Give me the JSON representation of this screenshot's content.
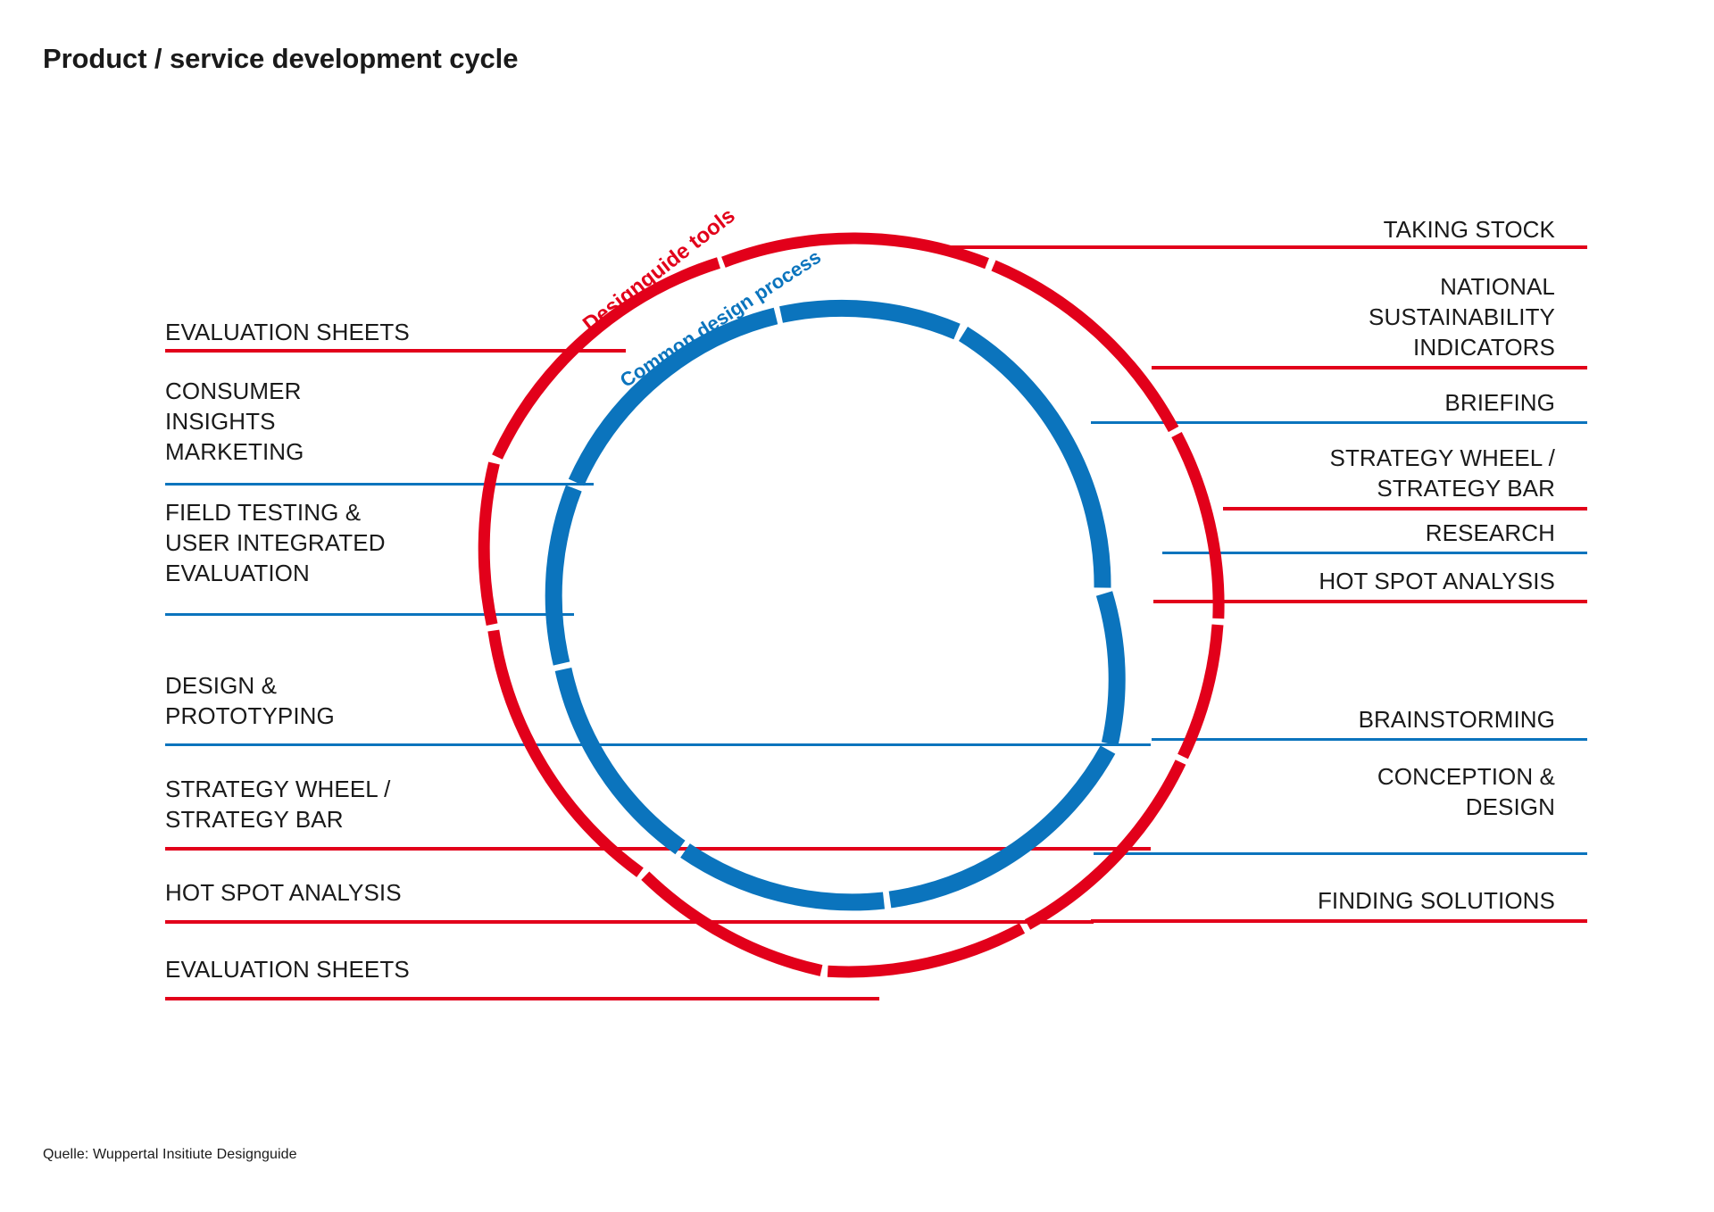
{
  "page": {
    "title": "Product / service development cycle",
    "source_note": "Quelle: Wuppertal Insitiute Designguide",
    "background": "#ffffff"
  },
  "colors": {
    "red": "#e2001a",
    "blue": "#0b74bd",
    "text": "#1a1a1a"
  },
  "rings": {
    "outer": {
      "caption": "Designguide tools",
      "color": "#e2001a",
      "name": "designguide-tools-ring"
    },
    "inner": {
      "caption": "Common design process",
      "color": "#0b74bd",
      "name": "common-design-process-ring"
    }
  },
  "chart_data": {
    "type": "diagram",
    "title": "Product / service development cycle",
    "description": "Two concentric segmented rings with radial callout labels. The outer red ring is 'Designguide tools', the inner blue ring is 'Common design process'.",
    "series": [
      {
        "name": "Designguide tools",
        "color": "#e2001a",
        "items": [
          "TAKING STOCK",
          "NATIONAL SUSTAINABILITY INDICATORS",
          "STRATEGY WHEEL / STRATEGY BAR",
          "HOT SPOT ANALYSIS",
          "CONCEPTION & DESIGN",
          "FINDING SOLUTIONS",
          "EVALUATION SHEETS",
          "HOT SPOT ANALYSIS",
          "STRATEGY WHEEL / STRATEGY BAR",
          "EVALUATION SHEETS"
        ]
      },
      {
        "name": "Common design process",
        "color": "#0b74bd",
        "items": [
          "BRIEFING",
          "RESEARCH",
          "BRAINSTORMING",
          "CONCEPTION & DESIGN",
          "DESIGN & PROTOTYPING",
          "FIELD TESTING & USER INTEGRATED EVALUATION",
          "CONSUMER INSIGHTS MARKETING"
        ]
      }
    ]
  },
  "callouts": {
    "right": [
      {
        "label": "TAKING STOCK",
        "rule": "red"
      },
      {
        "label": "NATIONAL\nSUSTAINABILITY\nINDICATORS",
        "rule": "red"
      },
      {
        "label": "BRIEFING",
        "rule": "blue"
      },
      {
        "label": "STRATEGY WHEEL /\nSTRATEGY BAR",
        "rule": "red"
      },
      {
        "label": "RESEARCH",
        "rule": "blue"
      },
      {
        "label": "HOT SPOT ANALYSIS",
        "rule": "red"
      },
      {
        "label": "BRAINSTORMING",
        "rule": "blue"
      },
      {
        "label": "CONCEPTION &\nDESIGN",
        "rule": "blue"
      },
      {
        "label": "FINDING SOLUTIONS",
        "rule": "red"
      }
    ],
    "left": [
      {
        "label": "EVALUATION SHEETS",
        "rule": "red"
      },
      {
        "label": "CONSUMER\nINSIGHTS\nMARKETING",
        "rule": "blue"
      },
      {
        "label": "FIELD TESTING &\nUSER INTEGRATED\nEVALUATION",
        "rule": "blue"
      },
      {
        "label": "DESIGN &\nPROTOTYPING",
        "rule": "blue"
      },
      {
        "label": "STRATEGY WHEEL /\nSTRATEGY BAR",
        "rule": "red"
      },
      {
        "label": "HOT SPOT ANALYSIS",
        "rule": "red"
      },
      {
        "label": "EVALUATION SHEETS",
        "rule": "red"
      }
    ]
  }
}
